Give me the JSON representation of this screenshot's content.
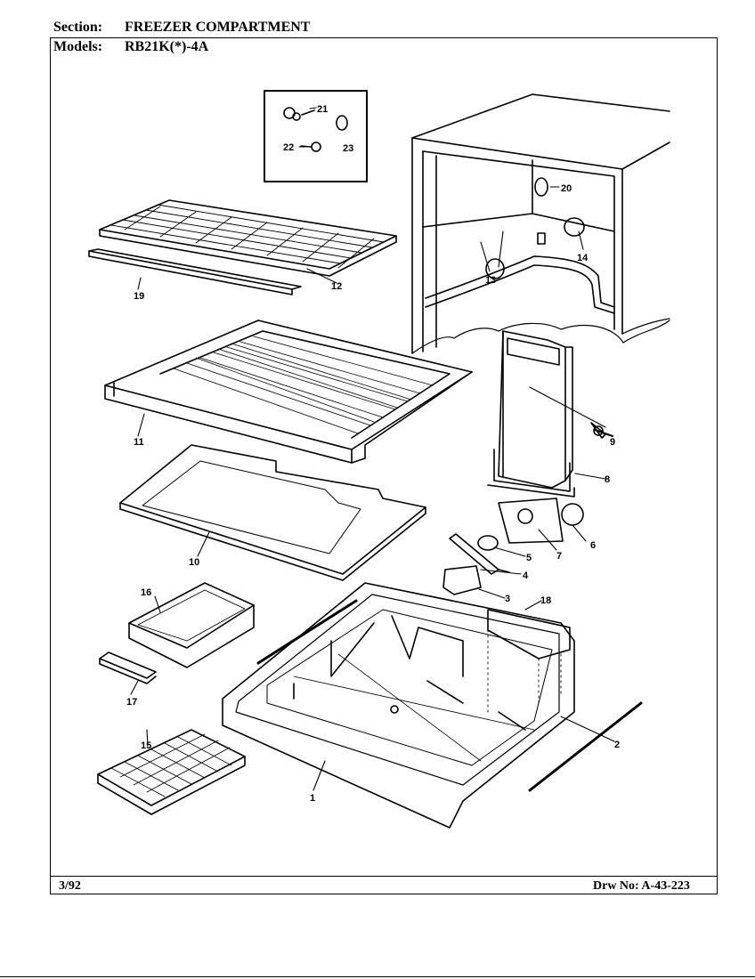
{
  "header": {
    "section_label": "Section:",
    "section_value": "FREEZER COMPARTMENT",
    "models_label": "Models:",
    "models_value": "RB21K(*)-4A"
  },
  "footer": {
    "date": "3/92",
    "drawing_number": "Drw No: A-43-223"
  },
  "callouts": [
    "1",
    "2",
    "3",
    "4",
    "5",
    "6",
    "7",
    "8",
    "9",
    "10",
    "11",
    "12",
    "13",
    "14",
    "15",
    "16",
    "17",
    "18",
    "19",
    "20",
    "21",
    "22",
    "23"
  ]
}
